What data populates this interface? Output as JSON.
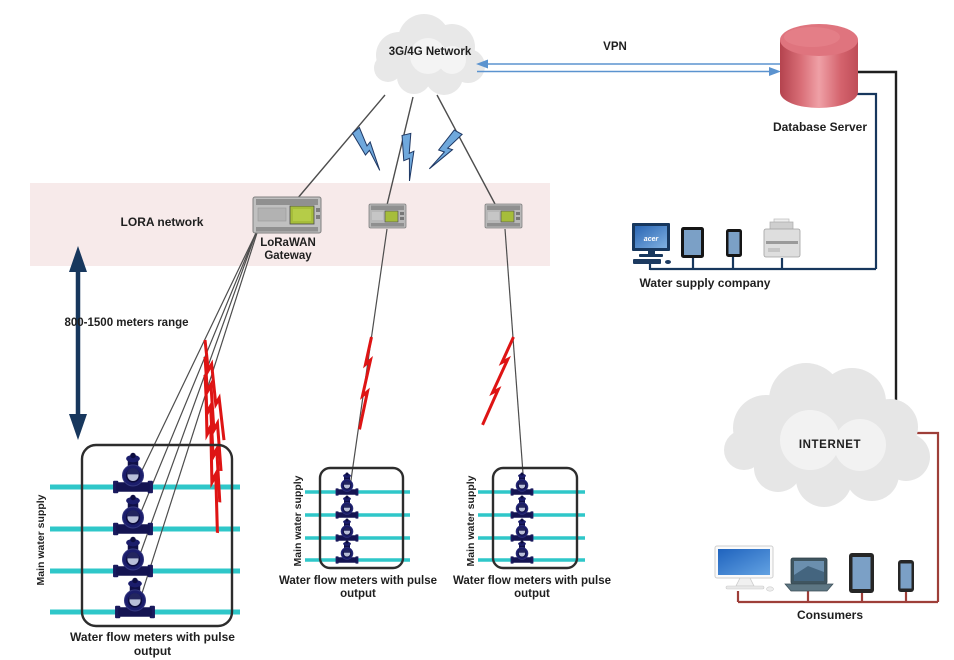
{
  "labels": {
    "network_cloud": "3G/4G Network",
    "vpn": "VPN",
    "database_server": "Database Server",
    "lora_band": "LORA network",
    "gateway": "LoRaWAN Gateway",
    "range": "800-1500 meters range",
    "company": "Water supply company",
    "internet_cloud": "INTERNET",
    "consumers": "Consumers",
    "monitor_brand": "acer"
  },
  "meter_groups": [
    {
      "supply": "Main water supply",
      "caption": "Water flow meters with pulse output"
    },
    {
      "supply": "Main water supply",
      "caption": "Water flow meters with pulse output"
    },
    {
      "supply": "Main water supply",
      "caption": "Water flow meters with pulse output"
    }
  ],
  "colors": {
    "lora_band": "#f7eaea",
    "pipe_cyan": "#2fc7c9",
    "lightning_red": "#de1414",
    "lightning_blue": "#6fa8dc",
    "line_navy": "#17375d",
    "line_black": "#1f1f1f",
    "line_red": "#9e3f39",
    "server_red": "#d4636d",
    "cloud_gray": "#e8e8e8",
    "vpn_blue": "#5b93cf"
  }
}
